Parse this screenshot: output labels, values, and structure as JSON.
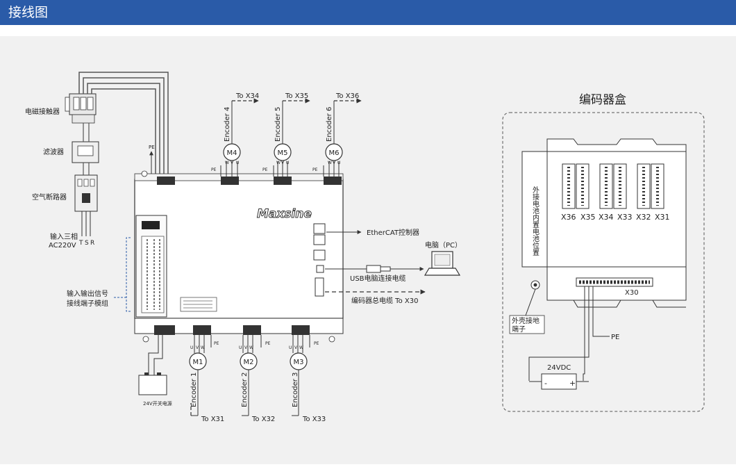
{
  "header": {
    "title": "接线图"
  },
  "colors": {
    "header_bg": "#2a5ba8",
    "content_bg": "#f1f1f1",
    "line": "#333333"
  },
  "labels": {
    "contactor": "电磁接触器",
    "filter": "滤波器",
    "breaker": "空气断路器",
    "input_three_phase": "输入三相",
    "ac220v": "AC220V",
    "phase_t": "T",
    "phase_s": "S",
    "phase_r": "R",
    "pe": "PE",
    "io_module_line1": "输入输出信号",
    "io_module_line2": "接线端子模组",
    "power_supply": "24V开关电源",
    "brand": "Maxsine",
    "ethercat": "EtherCAT控制器",
    "pc": "电脑（PC）",
    "usb_cable": "USB电脑连接电缆",
    "encoder_main_cable": "编码器总电缆 To X30",
    "encoder_box_title": "编码器盒",
    "battery_vertical": "外接电池内置电池位置",
    "ground_line1": "外壳接地",
    "ground_line2": "端子",
    "dc24": "24VDC",
    "minus": "-",
    "plus": "+",
    "x30": "X30",
    "uvw": [
      "U",
      "V",
      "W"
    ],
    "wvu": [
      "W",
      "V",
      "U"
    ]
  },
  "top_motors": [
    {
      "motor": "M4",
      "encoder": "Encoder 4",
      "to": "To X34"
    },
    {
      "motor": "M5",
      "encoder": "Encoder 5",
      "to": "To X35"
    },
    {
      "motor": "M6",
      "encoder": "Encoder 6",
      "to": "To X36"
    }
  ],
  "bottom_motors": [
    {
      "motor": "M1",
      "encoder": "Encoder 1",
      "to": "To X31"
    },
    {
      "motor": "M2",
      "encoder": "Encoder 2",
      "to": "To X32"
    },
    {
      "motor": "M3",
      "encoder": "Encoder 3",
      "to": "To X33"
    }
  ],
  "encoder_ports": [
    "X36",
    "X35",
    "X34",
    "X33",
    "X32",
    "X31"
  ]
}
